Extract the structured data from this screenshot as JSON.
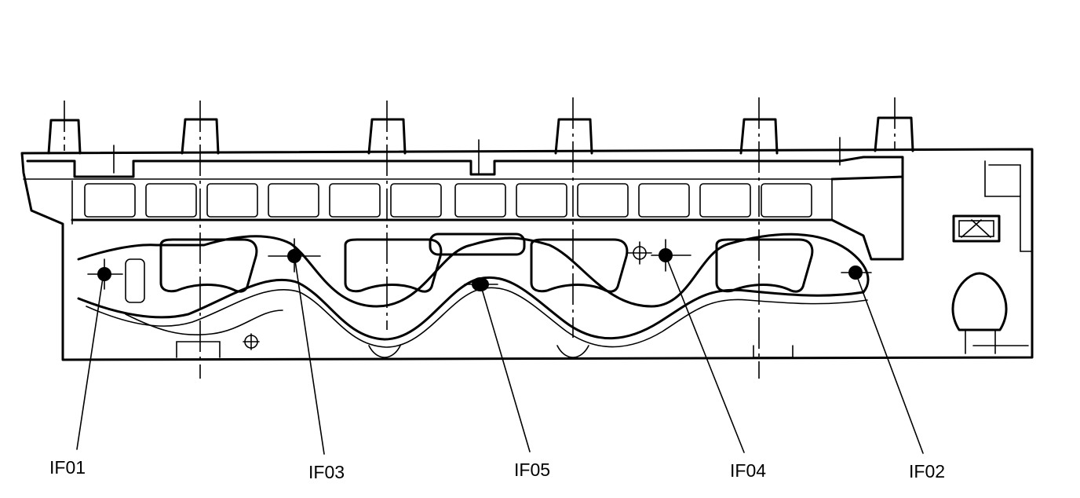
{
  "labels": {
    "if01": "IF01",
    "if03": "IF03",
    "if05": "IF05",
    "if04": "IF04",
    "if02": "IF02"
  }
}
